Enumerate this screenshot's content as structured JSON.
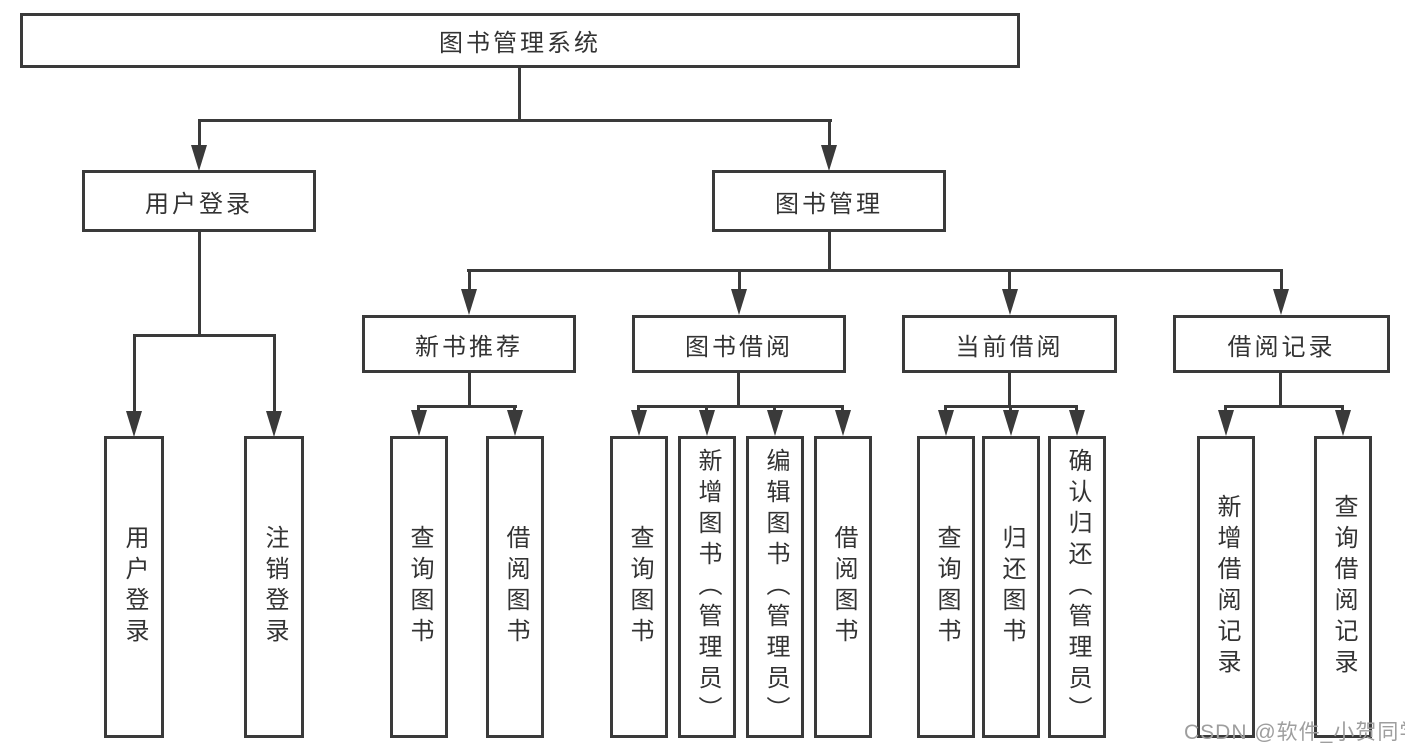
{
  "diagram": {
    "tree": {
      "label": "图书管理系统",
      "children": [
        {
          "label": "用户登录",
          "children": [
            {
              "label": "用户登录"
            },
            {
              "label": "注销登录"
            }
          ]
        },
        {
          "label": "图书管理",
          "children": [
            {
              "label": "新书推荐",
              "children": [
                {
                  "label": "查询图书"
                },
                {
                  "label": "借阅图书"
                }
              ]
            },
            {
              "label": "图书借阅",
              "children": [
                {
                  "label": "查询图书"
                },
                {
                  "label": "新增图书（管理员）"
                },
                {
                  "label": "编辑图书（管理员）"
                },
                {
                  "label": "借阅图书"
                }
              ]
            },
            {
              "label": "当前借阅",
              "children": [
                {
                  "label": "查询图书"
                },
                {
                  "label": "归还图书"
                },
                {
                  "label": "确认归还（管理员）"
                }
              ]
            },
            {
              "label": "借阅记录",
              "children": [
                {
                  "label": "新增借阅记录"
                },
                {
                  "label": "查询借阅记录"
                }
              ]
            }
          ]
        }
      ]
    },
    "colors": {
      "line": "#3a3a3a",
      "text": "#333333",
      "background": "#ffffff",
      "watermark": "#9e9e9e"
    }
  },
  "watermark": {
    "text": "CSDN @软件_小贺同学"
  }
}
